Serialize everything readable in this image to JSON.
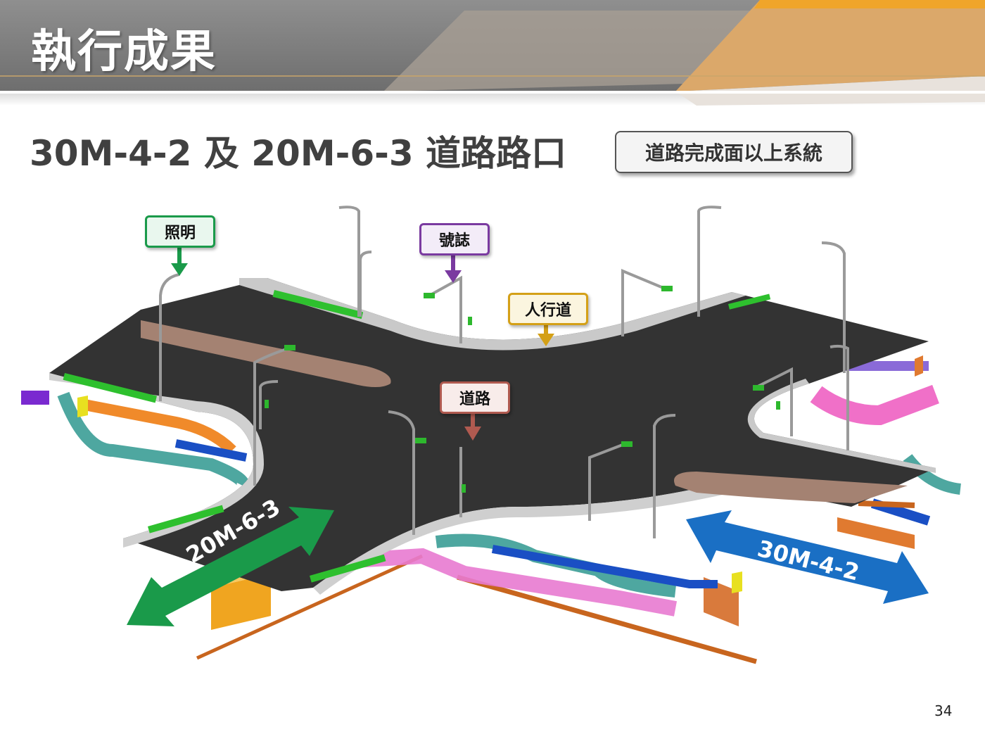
{
  "slide": {
    "title": "執行成果",
    "subtitle": "30M-4-2 及 20M-6-3 道路路口",
    "system_box": "道路完成面以上系統",
    "page_number": "34"
  },
  "callouts": {
    "lighting": {
      "label": "照明",
      "color": "#1a9a4a",
      "fill": "#e9f7ee"
    },
    "signal": {
      "label": "號誌",
      "color": "#7a3aa0",
      "fill": "#f3ecf8"
    },
    "sidewalk": {
      "label": "人行道",
      "color": "#d4a017",
      "fill": "#fbf5df"
    },
    "road": {
      "label": "道路",
      "color": "#b05a50",
      "fill": "#f8ecea"
    }
  },
  "road_labels": {
    "road_20m": {
      "label": "20M-6-3",
      "color": "#1a9a4a"
    },
    "road_30m": {
      "label": "30M-4-2",
      "color": "#1a6fc4"
    }
  }
}
